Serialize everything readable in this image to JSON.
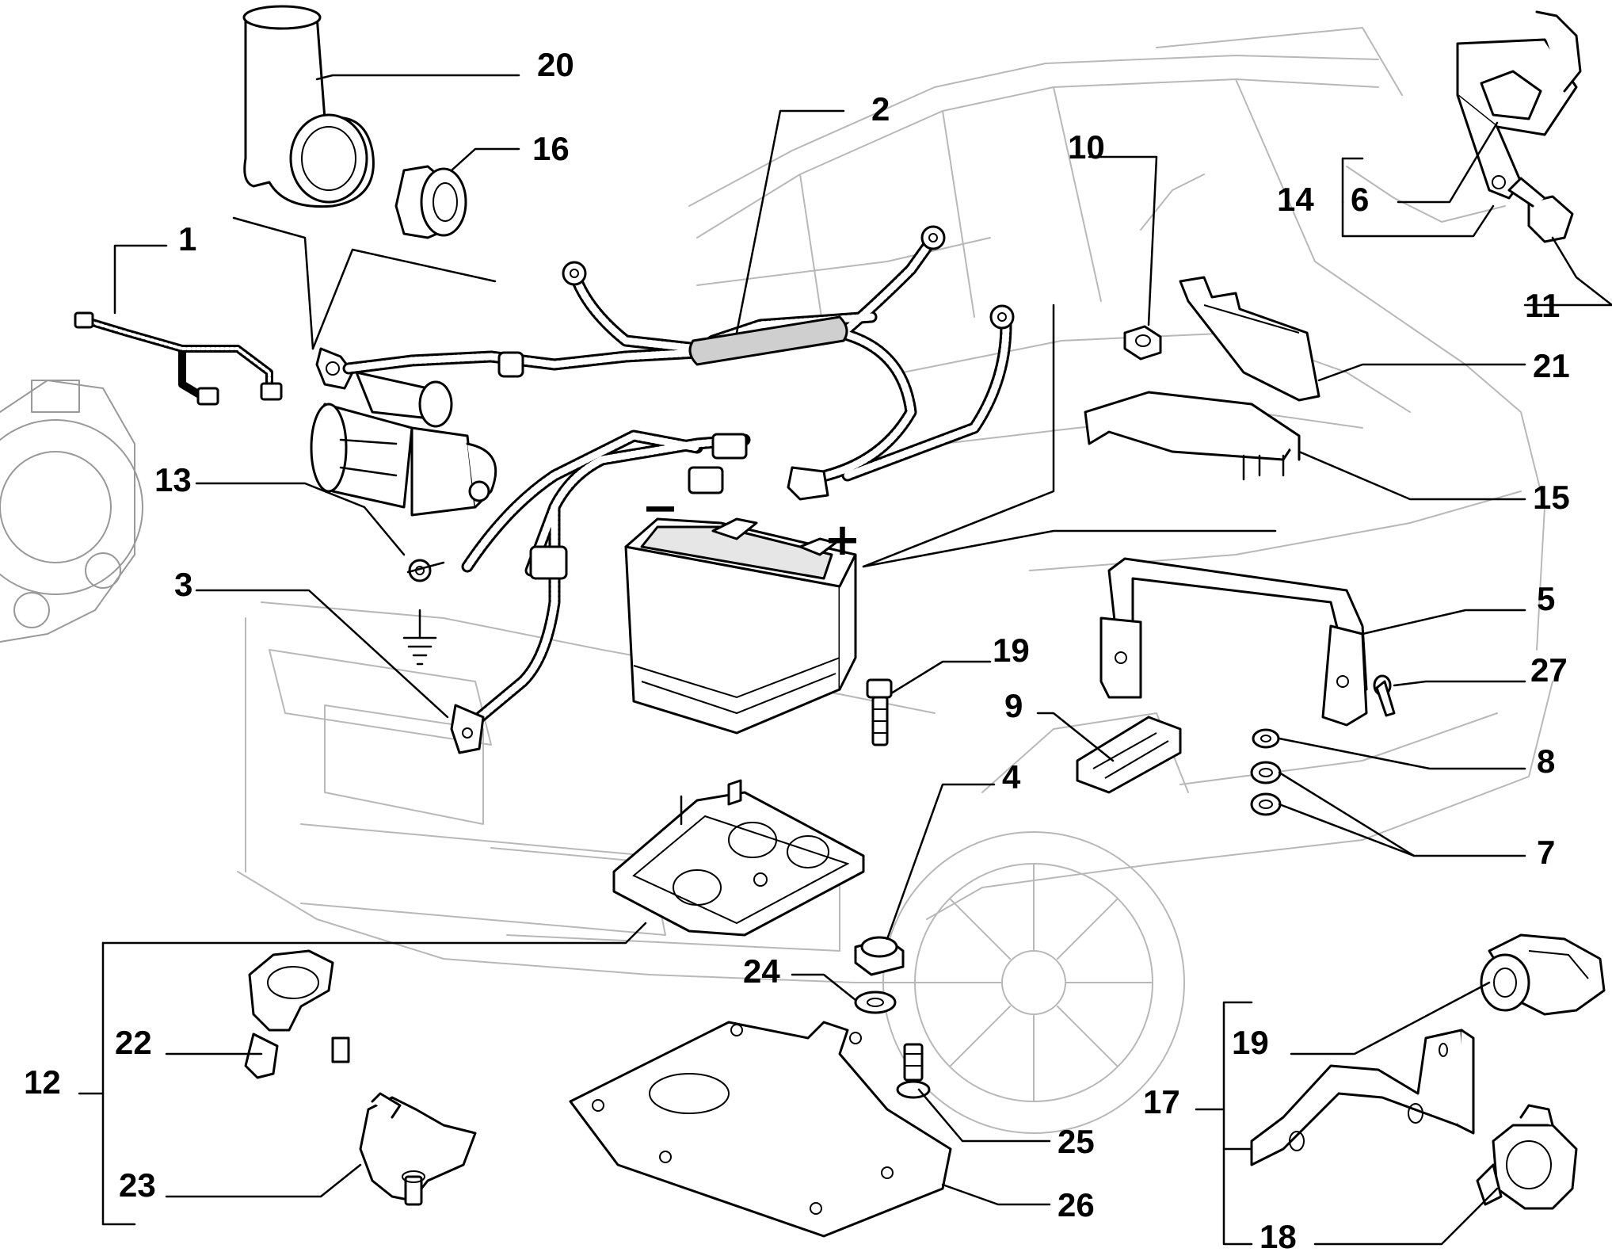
{
  "callouts": {
    "c1": "1",
    "c2": "2",
    "c3": "3",
    "c4": "4",
    "c5": "5",
    "c6": "6",
    "c7": "7",
    "c8": "8",
    "c9": "9",
    "c10": "10",
    "c11": "11",
    "c12": "12",
    "c13": "13",
    "c14": "14",
    "c15": "15",
    "c16": "16",
    "c17": "17",
    "c18": "18",
    "c19a": "19",
    "c19b": "19",
    "c20": "20",
    "c21": "21",
    "c22": "22",
    "c23": "23",
    "c24": "24",
    "c25": "25",
    "c26": "26",
    "c27": "27"
  },
  "terminals": {
    "negative": "−",
    "positive": "+"
  }
}
